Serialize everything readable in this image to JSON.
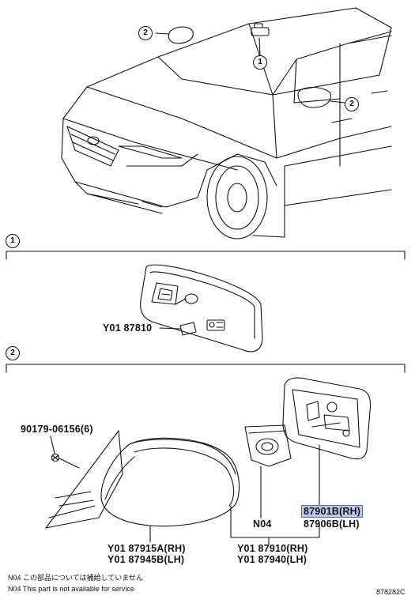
{
  "callouts": {
    "c2_windshield": "2",
    "c1_inner": "1",
    "c2_door": "2",
    "sec1": "1",
    "sec2": "2"
  },
  "parts": {
    "inner_mirror": "Y01 87810",
    "bolt": "90179-06156(6)",
    "cover_rh": "Y01 87915A(RH)",
    "cover_lh": "Y01 87945B(LH)",
    "no4": "N04",
    "outer_rh": "Y01 87910(RH)",
    "outer_lh": "Y01 87940(LH)",
    "glass_rh": "87901B(RH)",
    "glass_lh": "87906B(LH)"
  },
  "notes": {
    "jp": "N04 この部品については補給していません",
    "en": "N04 This part is not available for service"
  },
  "figure_id": "878282C",
  "colors": {
    "highlight": "#b9c7ea",
    "line": "#111111"
  }
}
